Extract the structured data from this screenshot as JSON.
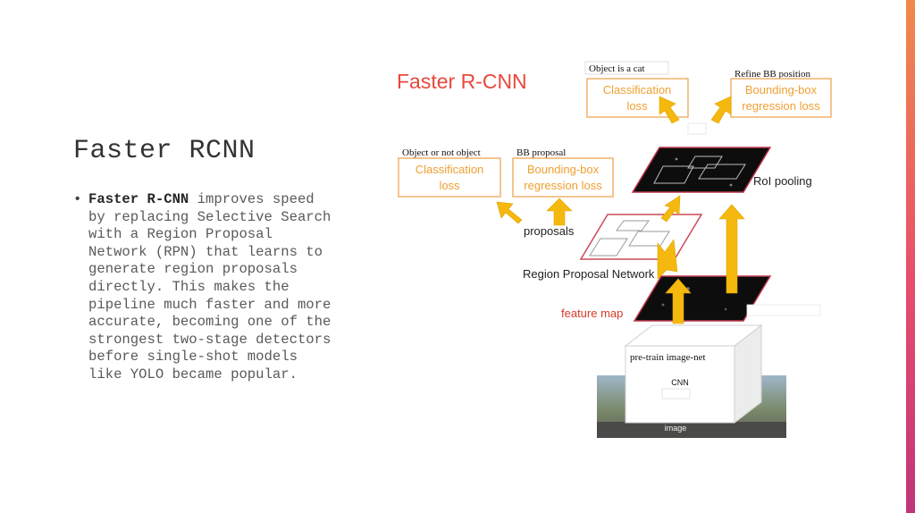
{
  "slide": {
    "title": "Faster RCNN",
    "bullet": {
      "term": "Faster R-CNN",
      "text": " improves speed by replacing Selective Search with a Region Proposal Network (RPN) that learns to generate region proposals directly. This makes the pipeline much faster and more accurate, becoming one of the strongest two-stage detectors before single-shot models like YOLO became popular."
    }
  },
  "diagram": {
    "heading": "Faster R-CNN",
    "colors": {
      "heading": "#e8483d",
      "box_border": "#f0b26a",
      "box_text": "#f0a032",
      "arrow": "#f5b80e",
      "feature_map_label": "#d63a2a",
      "rpn_border": "#c94a5a"
    },
    "top_left_loss": {
      "caption": "Object is a cat",
      "line1": "Classification",
      "line2": "loss"
    },
    "top_right_loss": {
      "caption": "Refine BB position",
      "line1": "Bounding-box",
      "line2": "regression loss"
    },
    "rpn_cls_loss": {
      "caption": "Object or not object",
      "line1": "Classification",
      "line2": "loss"
    },
    "rpn_reg_loss": {
      "caption": "BB proposal",
      "line1": "Bounding-box",
      "line2": "regression loss"
    },
    "roi_pooling_label": "RoI pooling",
    "proposals_label": "proposals",
    "rpn_label": "Region Proposal Network",
    "feature_map_label": "feature map",
    "cnn_box": {
      "caption": "pre-train image-net",
      "label": "CNN"
    },
    "image_label": "image"
  }
}
